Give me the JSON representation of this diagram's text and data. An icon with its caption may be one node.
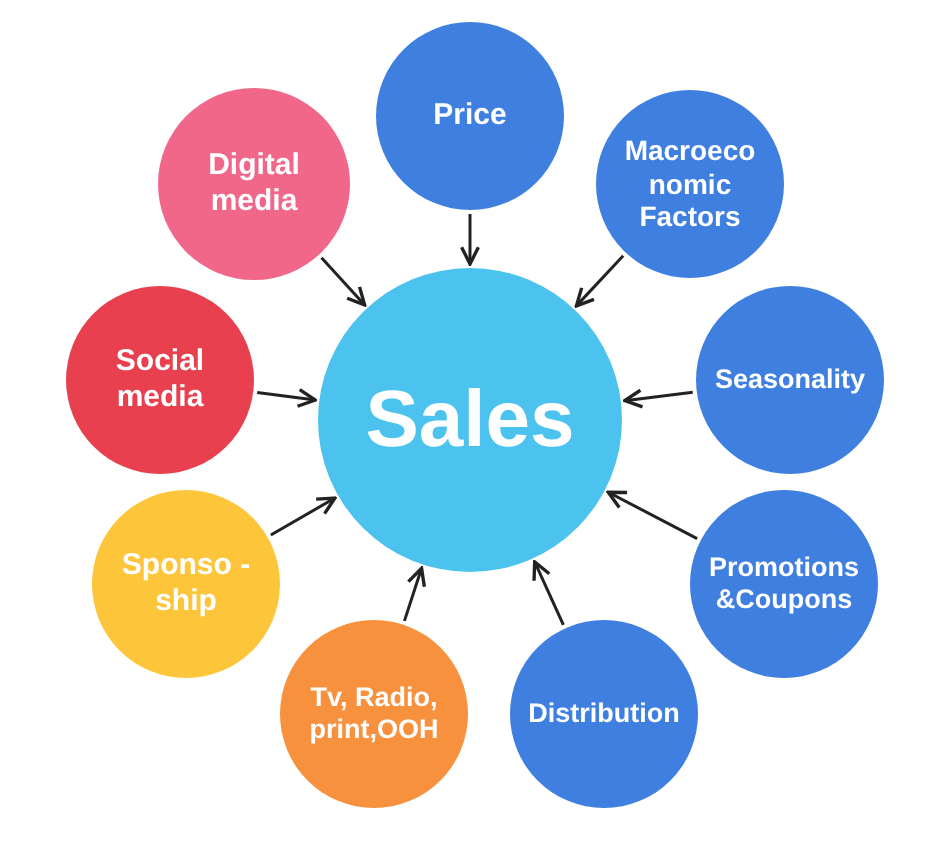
{
  "diagram": {
    "nodes": [
      {
        "text": [
          "Price"
        ]
      },
      {
        "text": [
          "Digital media"
        ]
      },
      {
        "text": [
          "Macroeco nomic Factors"
        ]
      },
      {
        "text": [
          "Social media"
        ]
      },
      {
        "text": [
          "Sales"
        ]
      },
      {
        "text": [
          "Seasonality"
        ]
      },
      {
        "text": [
          "Sponso -ship"
        ]
      },
      {
        "text": [
          "Promotions &Coupons"
        ]
      },
      {
        "text": [
          "Tv, Radio, print,OOH"
        ]
      },
      {
        "text": [
          "Distribution"
        ]
      }
    ],
    "edges": [
      {
        "from": 0,
        "to": 4,
        "arrow": "to"
      },
      {
        "from": 1,
        "to": 4,
        "arrow": "to"
      },
      {
        "from": 2,
        "to": 4,
        "arrow": "to"
      },
      {
        "from": 3,
        "to": 4,
        "arrow": "to"
      },
      {
        "from": 5,
        "to": 4,
        "arrow": "to"
      },
      {
        "from": 6,
        "to": 4,
        "arrow": "to"
      },
      {
        "from": 7,
        "to": 4,
        "arrow": "to"
      },
      {
        "from": 8,
        "to": 4,
        "arrow": "to"
      },
      {
        "from": 9,
        "to": 4,
        "arrow": "to"
      }
    ]
  }
}
